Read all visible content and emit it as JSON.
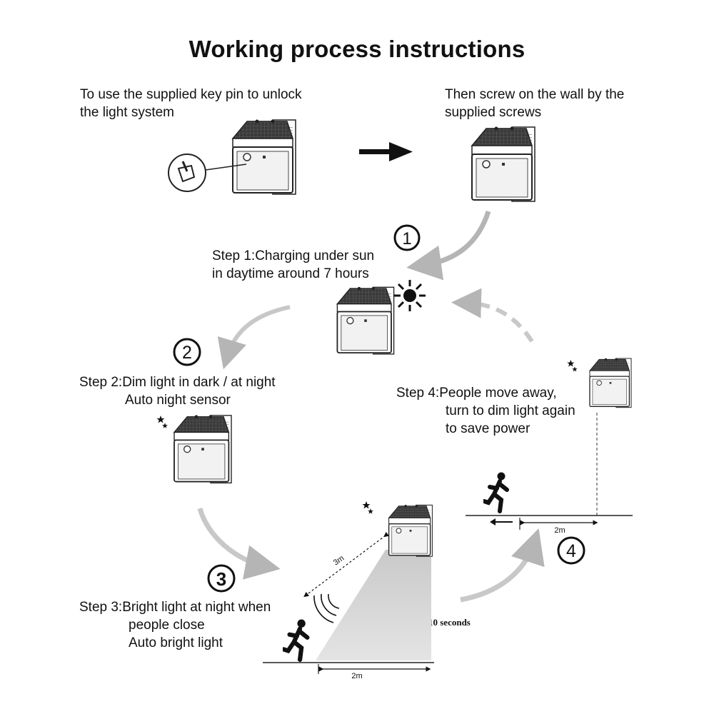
{
  "title": "Working process instructions",
  "intro": {
    "unlock_line1": "To use the supplied key pin to unlock",
    "unlock_line2": "the light system",
    "mount_line1": "Then screw on the wall by the",
    "mount_line2": "supplied screws"
  },
  "steps": [
    {
      "number": "1",
      "line1": "Step 1:Charging under sun",
      "line2": "in daytime around 7 hours"
    },
    {
      "number": "2",
      "line1": "Step 2:Dim light in dark / at night",
      "line2": "Auto night sensor"
    },
    {
      "number": "3",
      "line1": "Step 3:Bright light at night when",
      "line2": "people close",
      "line3": "Auto bright light"
    },
    {
      "number": "4",
      "line1": "Step 4:People move away,",
      "line2": "turn to dim light again",
      "line3": "to save power"
    }
  ],
  "measurements": {
    "detect_distance": "3m",
    "range_step3": "2m",
    "range_step4": "2m",
    "delay": "10 seconds"
  },
  "icons": [
    "key-pin-icon",
    "arrow-right-icon",
    "sun-icon",
    "moon-stars-icon",
    "running-person-icon",
    "motion-wave-icon"
  ]
}
